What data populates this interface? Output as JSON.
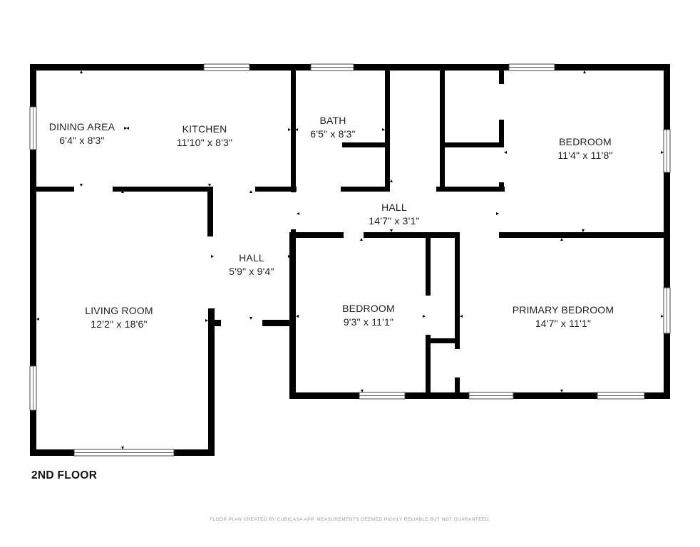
{
  "rooms": {
    "dining": {
      "name": "DINING AREA",
      "dims": "6'4\" x 8'3\""
    },
    "kitchen": {
      "name": "KITCHEN",
      "dims": "11'10\" x 8'3\""
    },
    "bath": {
      "name": "BATH",
      "dims": "6'5\" x 8'3\""
    },
    "bedroom_ne": {
      "name": "BEDROOM",
      "dims": "11'4\" x 11'8\""
    },
    "hall_main": {
      "name": "HALL",
      "dims": "14'7\" x 3'1\""
    },
    "hall_small": {
      "name": "HALL",
      "dims": "5'9\" x 9'4\""
    },
    "living": {
      "name": "LIVING ROOM",
      "dims": "12'2\" x 18'6\""
    },
    "bedroom_s": {
      "name": "BEDROOM",
      "dims": "9'3\" x 11'1\""
    },
    "primary": {
      "name": "PRIMARY BEDROOM",
      "dims": "14'7\" x 11'1\""
    }
  },
  "floor_label": "2ND FLOOR",
  "footer": "FLOOR PLAN CREATED BY CUBICASA APP. MEASUREMENTS DEEMED HIGHLY RELIABLE BUT NOT GUARANTEED."
}
